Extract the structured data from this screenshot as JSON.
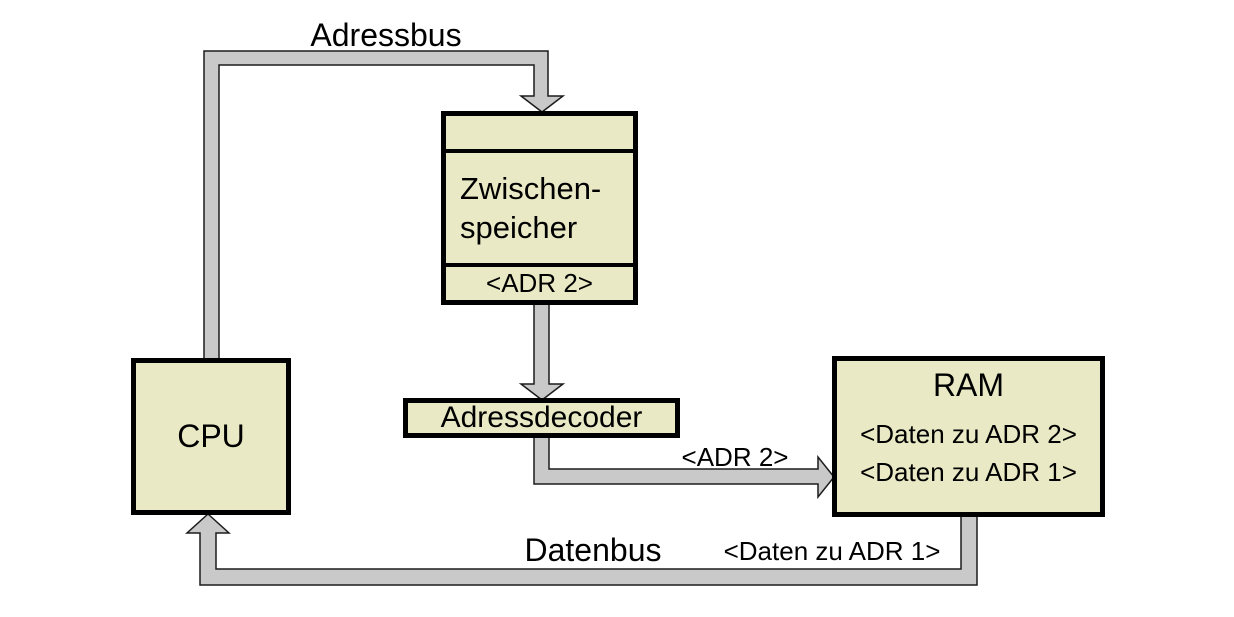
{
  "diagram": {
    "colors": {
      "page_bg": "#ffffff",
      "box_fill": "#e9e9c5",
      "box_border": "#000000",
      "bus_fill": "#c9c9c9",
      "bus_outline": "#1c1c1c",
      "text_color": "#000000"
    },
    "nodes": {
      "cpu": {
        "label": "CPU"
      },
      "buffer": {
        "label_line1": "Zwischen-",
        "label_line2": "speicher",
        "address_value": "<ADR 2>"
      },
      "decoder": {
        "label": "Adressdecoder"
      },
      "ram": {
        "label": "RAM",
        "entry1": "<Daten zu ADR 2>",
        "entry2": "<Daten zu ADR 1>"
      }
    },
    "bus_labels": {
      "address_bus": "Adressbus",
      "data_bus": "Datenbus",
      "adr2": "<ADR 2>",
      "daten_adr1": "<Daten zu ADR 1>"
    }
  }
}
